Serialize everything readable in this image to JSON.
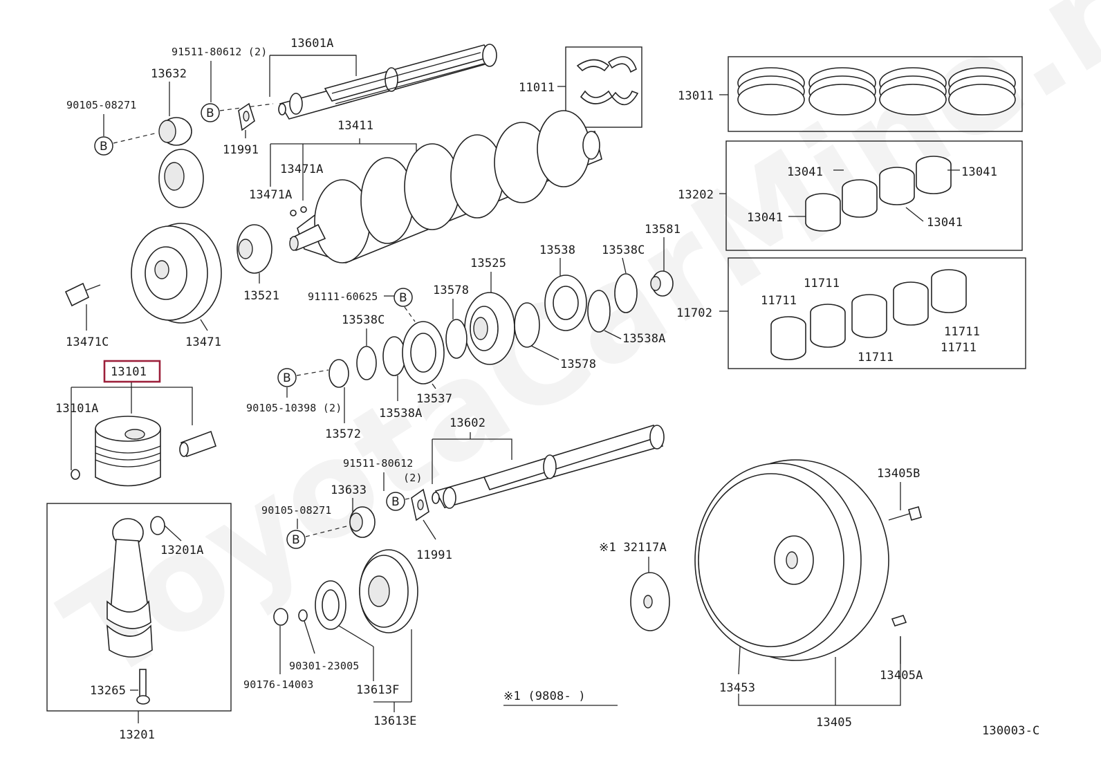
{
  "diagram": {
    "watermark": "ToyotaCarMine.ru",
    "figure_code": "130003-C",
    "footnote": "※1 (9808-        )",
    "highlighted_part": "13101",
    "parts": {
      "p13601A": "13601A",
      "p91511_80612_2": "91511-80612 (2)",
      "p13632": "13632",
      "p90105_08271_top": "90105-08271",
      "p11991_top": "11991",
      "p11011": "11011",
      "p13011": "13011",
      "p13411": "13411",
      "p13471A_a": "13471A",
      "p13471A_b": "13471A",
      "p13202": "13202",
      "p13041_a": "13041",
      "p13041_b": "13041",
      "p13041_c": "13041",
      "p13041_d": "13041",
      "p13581": "13581",
      "p13538": "13538",
      "p13538C_right": "13538C",
      "p13525": "13525",
      "p13521": "13521",
      "p91111_60625": "91111-60625",
      "p13578_a": "13578",
      "p13578_b": "13578",
      "p13538A_right": "13538A",
      "p13538C_left": "13538C",
      "p11702": "11702",
      "p11711_a": "11711",
      "p11711_b": "11711",
      "p11711_c": "11711",
      "p11711_d": "11711",
      "p11711_e": "11711",
      "p13471C": "13471C",
      "p13471": "13471",
      "p13101": "13101",
      "p13101A": "13101A",
      "p90105_10398_2": "90105-10398 (2)",
      "p13572": "13572",
      "p13538A_left": "13538A",
      "p13537": "13537",
      "p13602": "13602",
      "p91511_80612": "91511-80612",
      "p2": "(2)",
      "p13633": "13633",
      "p90105_08271_bot": "90105-08271",
      "p11991_bot": "11991",
      "p13201A": "13201A",
      "p32117A": "※1 32117A",
      "p13405B": "13405B",
      "p90301_23005": "90301-23005",
      "p90176_14003": "90176-14003",
      "p13613F": "13613F",
      "p13613E": "13613E",
      "p13265": "13265",
      "p13201": "13201",
      "p13453": "13453",
      "p13405": "13405",
      "p13405A": "13405A"
    },
    "callout_letter": "B"
  }
}
